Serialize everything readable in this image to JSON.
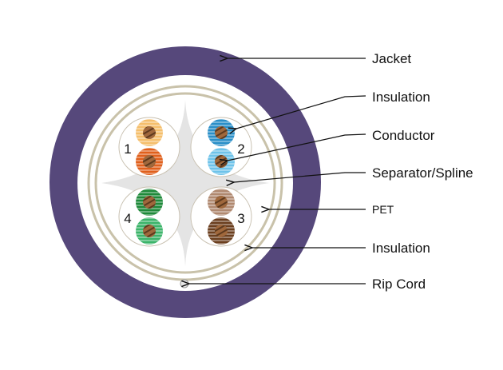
{
  "diagram": {
    "labels": {
      "jacket": "Jacket",
      "insulation_top": "Insulation",
      "conductor": "Conductor",
      "separator": "Separator/Spline",
      "pet": "PET",
      "insulation_bottom": "Insulation",
      "rip_cord": "Rip Cord"
    },
    "pairs": [
      {
        "number": "1",
        "colors": [
          "#f5bf6c",
          "#e0601c"
        ]
      },
      {
        "number": "2",
        "colors": [
          "#2a8fc8",
          "#6ec3ea"
        ]
      },
      {
        "number": "3",
        "colors": [
          "#b08970",
          "#6b3f1f"
        ]
      },
      {
        "number": "4",
        "colors": [
          "#1f8a3a",
          "#3cb46a"
        ]
      }
    ],
    "colors": {
      "jacket": "#56487b",
      "spline": "#e4e4e4",
      "pet": "#c9c2aa",
      "conductor": "#a0683c"
    }
  }
}
